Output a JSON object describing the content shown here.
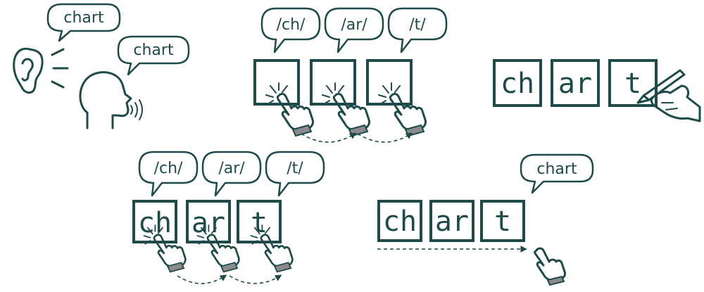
{
  "step1": {
    "ear_bubble": "chart",
    "speaker_bubble": "chart"
  },
  "step2": {
    "sound_bubbles": [
      "/ch/",
      "/ar/",
      "/t/"
    ]
  },
  "step3": {
    "letters": [
      "ch",
      "ar",
      "t"
    ]
  },
  "step4": {
    "sound_bubbles": [
      "/ch/",
      "/ar/",
      "/t/"
    ],
    "letters": [
      "ch",
      "ar",
      "t"
    ]
  },
  "step5": {
    "letters": [
      "ch",
      "ar",
      "t"
    ],
    "word_bubble": "chart"
  },
  "colors": {
    "ink": "#1e4a4a",
    "cuff": "#8a8a8a"
  }
}
